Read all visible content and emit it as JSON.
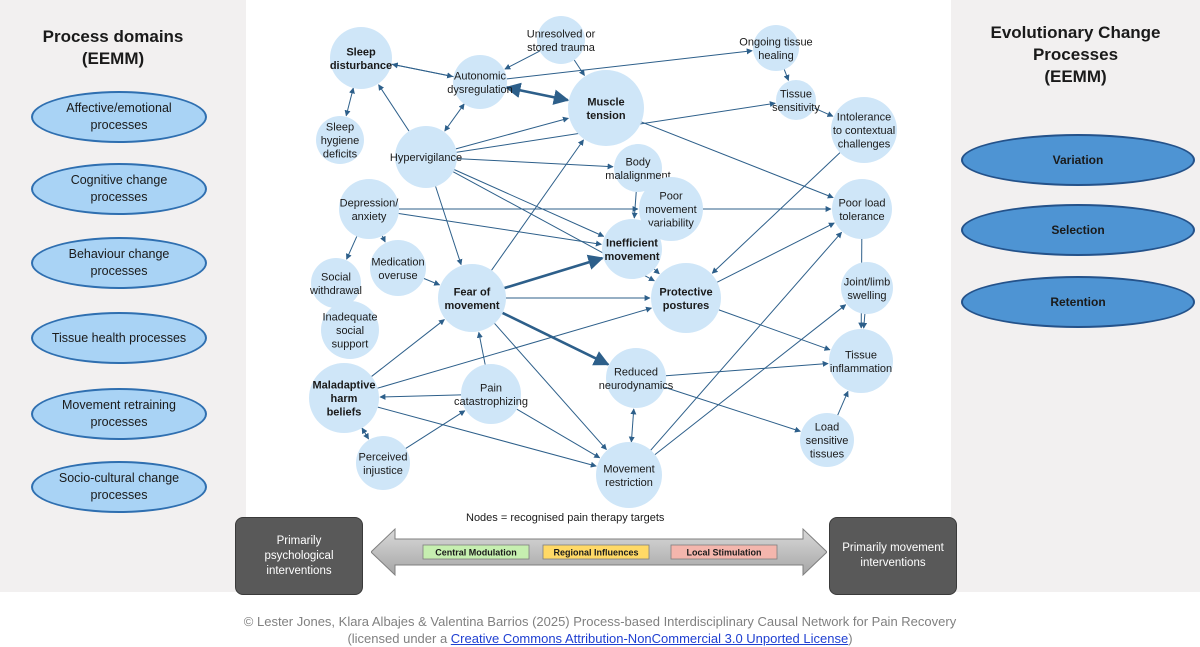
{
  "left_panel": {
    "title_line1": "Process domains",
    "title_line2": "(EEMM)",
    "domains": [
      "Affective/emotional processes",
      "Cognitive change processes",
      "Behaviour change processes",
      "Tissue health processes",
      "Movement retraining processes",
      "Socio-cultural change processes"
    ]
  },
  "right_panel": {
    "title_line1": "Evolutionary Change",
    "title_line2": "Processes",
    "title_line3": "(EEMM)",
    "processes": [
      "Variation",
      "Selection",
      "Retention"
    ]
  },
  "network": {
    "nodes": [
      {
        "id": "sleep",
        "lines": [
          "Sleep",
          "disturbance"
        ],
        "bold": true
      },
      {
        "id": "trauma",
        "lines": [
          "Unresolved or",
          "stored trauma"
        ],
        "bold": false
      },
      {
        "id": "tissue_heal",
        "lines": [
          "Ongoing tissue",
          "healing"
        ],
        "bold": false
      },
      {
        "id": "autonomic",
        "lines": [
          "Autonomic",
          "dysregulation"
        ],
        "bold": false
      },
      {
        "id": "muscle",
        "lines": [
          "Muscle",
          "tension"
        ],
        "bold": true
      },
      {
        "id": "tissue_sens",
        "lines": [
          "Tissue",
          "sensitivity"
        ],
        "bold": false
      },
      {
        "id": "intolerance",
        "lines": [
          "Intolerance",
          "to contextual",
          "challenges"
        ],
        "bold": false
      },
      {
        "id": "sleep_hyg",
        "lines": [
          "Sleep",
          "hygiene",
          "deficits"
        ],
        "bold": false
      },
      {
        "id": "hypervig",
        "lines": [
          "Hypervigilance"
        ],
        "bold": false
      },
      {
        "id": "body_mal",
        "lines": [
          "Body",
          "malalignment"
        ],
        "bold": false
      },
      {
        "id": "depression",
        "lines": [
          "Depression/",
          "anxiety"
        ],
        "bold": false
      },
      {
        "id": "poor_var",
        "lines": [
          "Poor",
          "movement",
          "variability"
        ],
        "bold": false
      },
      {
        "id": "poor_load",
        "lines": [
          "Poor load",
          "tolerance"
        ],
        "bold": false
      },
      {
        "id": "ineff",
        "lines": [
          "Inefficient",
          "movement"
        ],
        "bold": true
      },
      {
        "id": "medication",
        "lines": [
          "Medication",
          "overuse"
        ],
        "bold": false
      },
      {
        "id": "social_w",
        "lines": [
          "Social",
          "withdrawal"
        ],
        "bold": false
      },
      {
        "id": "fear",
        "lines": [
          "Fear of",
          "movement"
        ],
        "bold": true
      },
      {
        "id": "protective",
        "lines": [
          "Protective",
          "postures"
        ],
        "bold": true
      },
      {
        "id": "joint",
        "lines": [
          "Joint/limb",
          "swelling"
        ],
        "bold": false
      },
      {
        "id": "inad_social",
        "lines": [
          "Inadequate",
          "social",
          "support"
        ],
        "bold": false
      },
      {
        "id": "tissue_infl",
        "lines": [
          "Tissue",
          "inflammation"
        ],
        "bold": false
      },
      {
        "id": "maladaptive",
        "lines": [
          "Maladaptive",
          "harm",
          "beliefs"
        ],
        "bold": true
      },
      {
        "id": "pain_cat",
        "lines": [
          "Pain",
          "catastrophizing"
        ],
        "bold": false
      },
      {
        "id": "reduced_neuro",
        "lines": [
          "Reduced",
          "neurodynamics"
        ],
        "bold": false
      },
      {
        "id": "load_sens",
        "lines": [
          "Load",
          "sensitive",
          "tissues"
        ],
        "bold": false
      },
      {
        "id": "perceived",
        "lines": [
          "Perceived",
          "injustice"
        ],
        "bold": false
      },
      {
        "id": "move_restr",
        "lines": [
          "Movement",
          "restriction"
        ],
        "bold": false
      }
    ],
    "note": "Nodes = recognised pain therapy targets"
  },
  "bottom": {
    "left_box": "Primarily psychological interventions",
    "right_box": "Primarily movement interventions",
    "spectrum": [
      {
        "label": "Central Modulation",
        "color": "#c6efb0"
      },
      {
        "label": "Regional Influences",
        "color": "#ffd966"
      },
      {
        "label": "Local Stimulation",
        "color": "#f4b6ad"
      }
    ]
  },
  "credit": {
    "line1": "© Lester Jones, Klara Albajes & Valentina Barrios (2025) Process-based Interdisciplinary Causal Network for Pain Recovery",
    "line2_prefix": "(licensed under a ",
    "license_text": "Creative Commons Attribution-NonCommercial 3.0 Unported License",
    "line2_suffix": ")"
  },
  "colors": {
    "node_fill": "#cfe6f8",
    "edge": "#2d5f8a",
    "panel_bg": "#f2f0f0",
    "box_bg": "#595959"
  }
}
